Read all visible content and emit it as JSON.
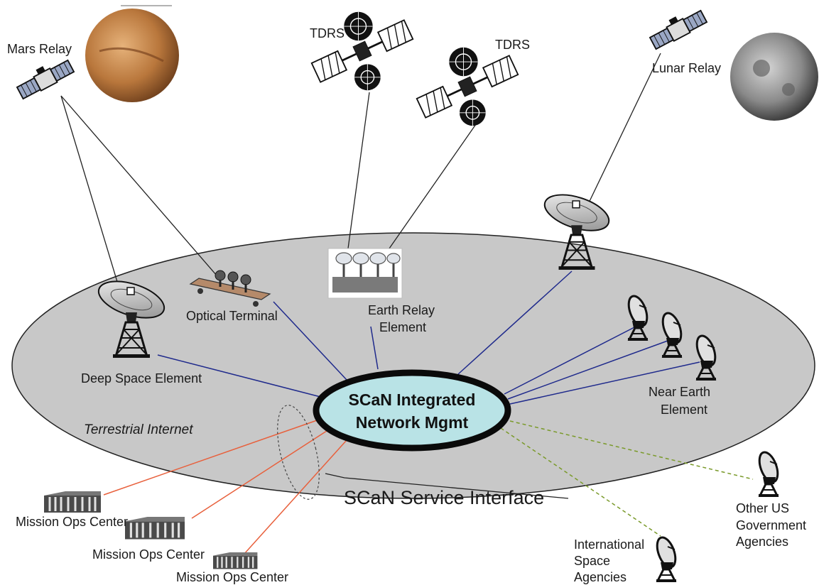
{
  "labels": {
    "mars_relay": "Mars Relay",
    "tdrs_1": "TDRS",
    "tdrs_2": "TDRS",
    "lunar_relay": "Lunar Relay",
    "optical_terminal": "Optical Terminal",
    "earth_relay_1": "Earth Relay",
    "earth_relay_2": "Element",
    "deep_space": "Deep Space Element",
    "near_earth_1": "Near Earth",
    "near_earth_2": "Element",
    "terrestrial_internet": "Terrestrial Internet",
    "core_1": "SCaN  Integrated",
    "core_2": "Network Mgmt",
    "service_interface": "SCaN Service Interface",
    "mission_ops_1": "Mission Ops Center",
    "mission_ops_2": "Mission Ops Center",
    "mission_ops_3": "Mission Ops Center",
    "intl_1": "International",
    "intl_2": "Space",
    "intl_3": "Agencies",
    "other_us_1": "Other US",
    "other_us_2": "Government",
    "other_us_3": "Agencies"
  },
  "colors": {
    "network_ellipse": "#c8c8c8",
    "core_fill": "#b9e3e6",
    "blue_link": "#1f2a8c",
    "red_link": "#e8603c",
    "green_link": "#7a9a2a",
    "mars": "#b9773c",
    "moon": "#8c8c8c"
  }
}
